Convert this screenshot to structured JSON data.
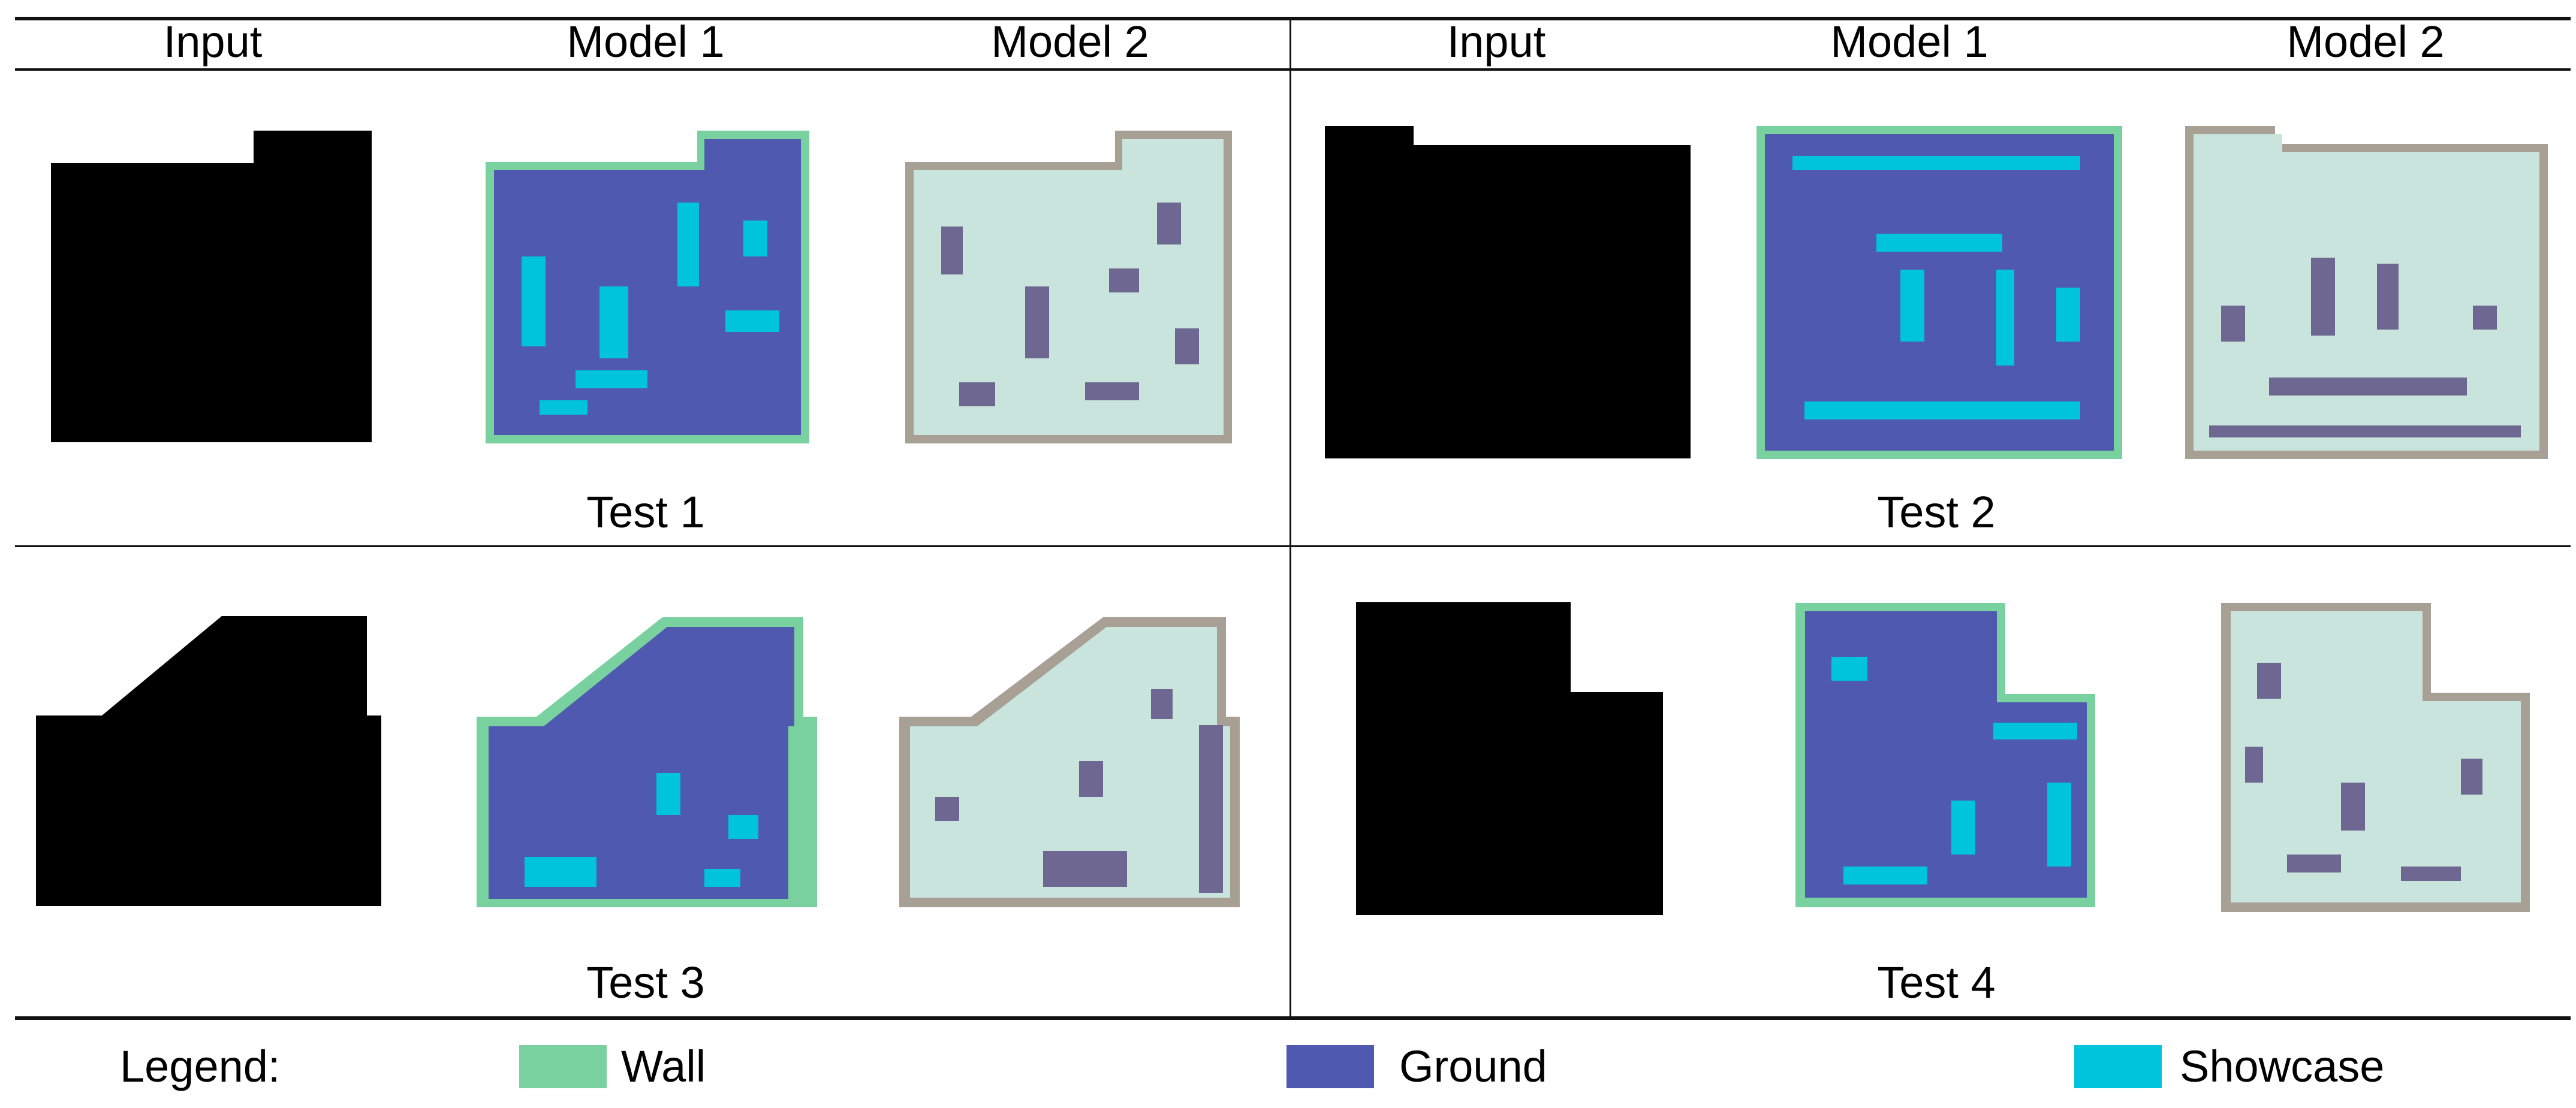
{
  "columns": {
    "left": [
      "Input",
      "Model 1",
      "Model 2"
    ],
    "right": [
      "Input",
      "Model 1",
      "Model 2"
    ]
  },
  "tests": [
    {
      "caption": "Test 1"
    },
    {
      "caption": "Test 2"
    },
    {
      "caption": "Test 3"
    },
    {
      "caption": "Test 4"
    }
  ],
  "legend": {
    "title": "Legend:",
    "items": [
      {
        "label": "Wall",
        "color": "#79d1a0"
      },
      {
        "label": "Ground",
        "color": "#5059b0"
      },
      {
        "label": "Showcase",
        "color": "#00c4db"
      }
    ]
  },
  "colors": {
    "input_fill": "#000000",
    "wall": "#79d1a0",
    "ground": "#5059b0",
    "showcase": "#00c4db",
    "model2_fill": "#c9e4dc",
    "model2_dark": "#6d6791",
    "model2_edge": "#a89f95"
  }
}
